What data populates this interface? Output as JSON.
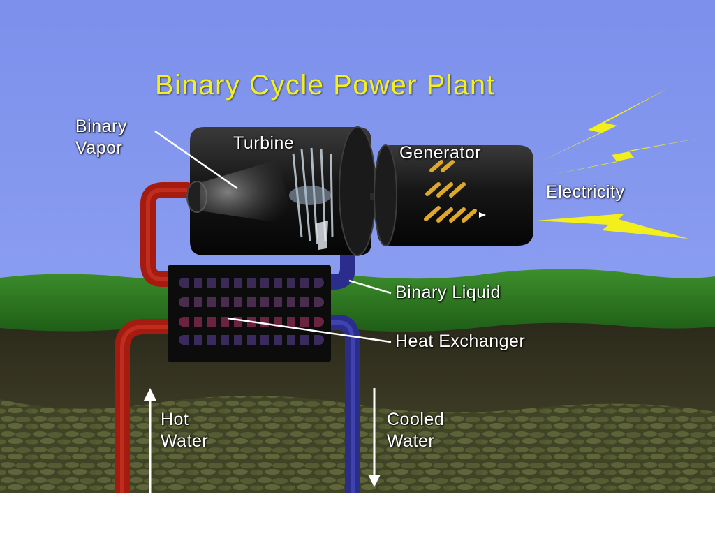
{
  "title": "Binary Cycle Power Plant",
  "labels": {
    "binary_vapor_line1": "Binary",
    "binary_vapor_line2": "Vapor",
    "turbine": "Turbine",
    "generator": "Generator",
    "electricity": "Electricity",
    "binary_liquid": "Binary Liquid",
    "heat_exchanger": "Heat Exchanger",
    "hot_water_line1": "Hot",
    "hot_water_line2": "Water",
    "cooled_water_line1": "Cooled",
    "cooled_water_line2": "Water"
  },
  "colors": {
    "title": "#f4f01a",
    "sky": "#7f93ee",
    "grass": "#2e7d22",
    "soil": "#2f2e1c",
    "rock": "#4f5430",
    "hot_pipe": "#a21a10",
    "cold_pipe": "#2b2d8c",
    "bolt": "#f2ef1c",
    "label": "#ffffff"
  }
}
